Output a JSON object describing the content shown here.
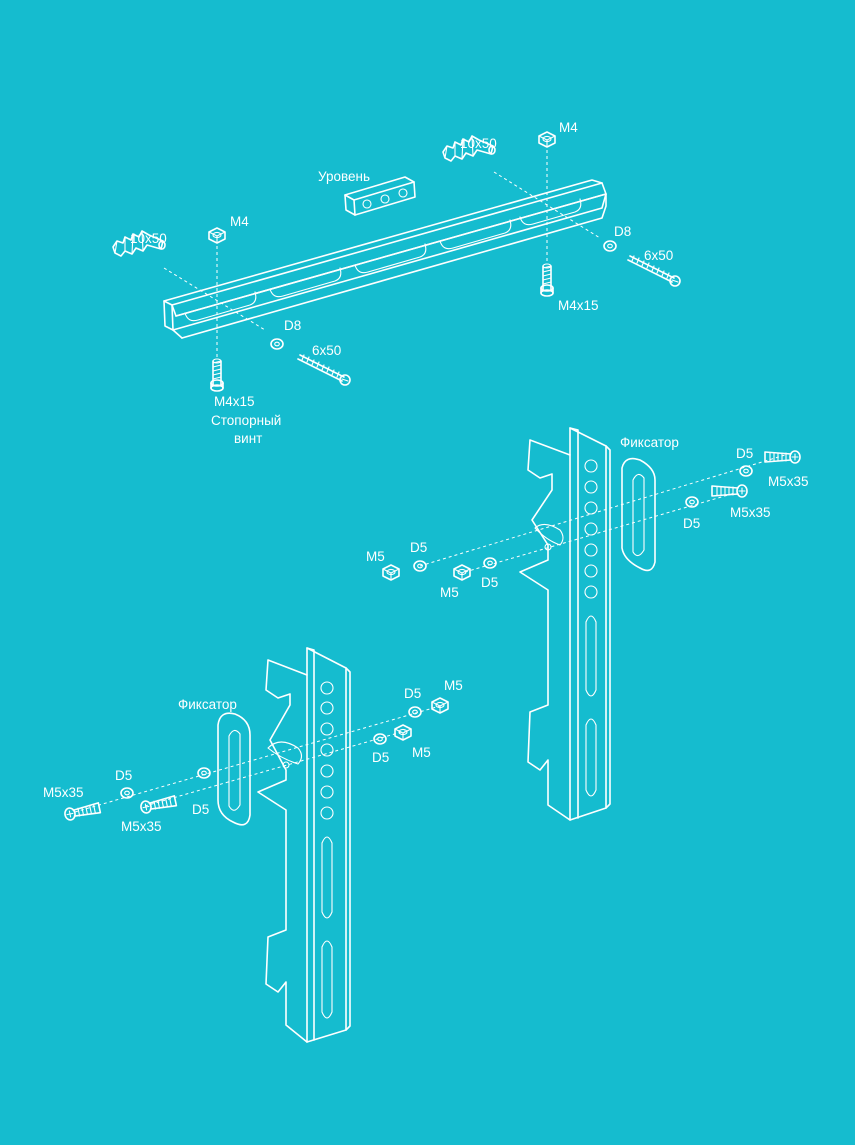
{
  "colors": {
    "background": "#15bccf",
    "line": "#ffffff"
  },
  "labels": {
    "level": "Уровень",
    "dowel_left": "10x50",
    "dowel_right": "10x50",
    "nut_m4_left": "M4",
    "nut_m4_right": "M4",
    "washer_d8_left": "D8",
    "washer_d8_right": "D8",
    "screw_6x50_left": "6x50",
    "screw_6x50_right": "6x50",
    "bolt_m4x15_left": "M4x15",
    "bolt_m4x15_right": "M4x15",
    "set_screw_line1": "Стопорный",
    "set_screw_line2": "винт",
    "fixator_right": "Фиксатор",
    "fixator_left": "Фиксатор",
    "r_d5_top": "D5",
    "r_m5x35_top": "M5x35",
    "r_d5_lower": "D5",
    "r_m5x35_lower": "M5x35",
    "r_m5_a": "M5",
    "r_d5_a": "D5",
    "r_m5_b": "M5",
    "r_d5_b": "D5",
    "l_d5_top": "D5",
    "l_m5_top": "M5",
    "l_d5_b": "D5",
    "l_m5_b": "M5",
    "l_m5x35_a": "M5x35",
    "l_d5_c": "D5",
    "l_m5x35_b": "M5x35",
    "l_d5_d": "D5"
  }
}
